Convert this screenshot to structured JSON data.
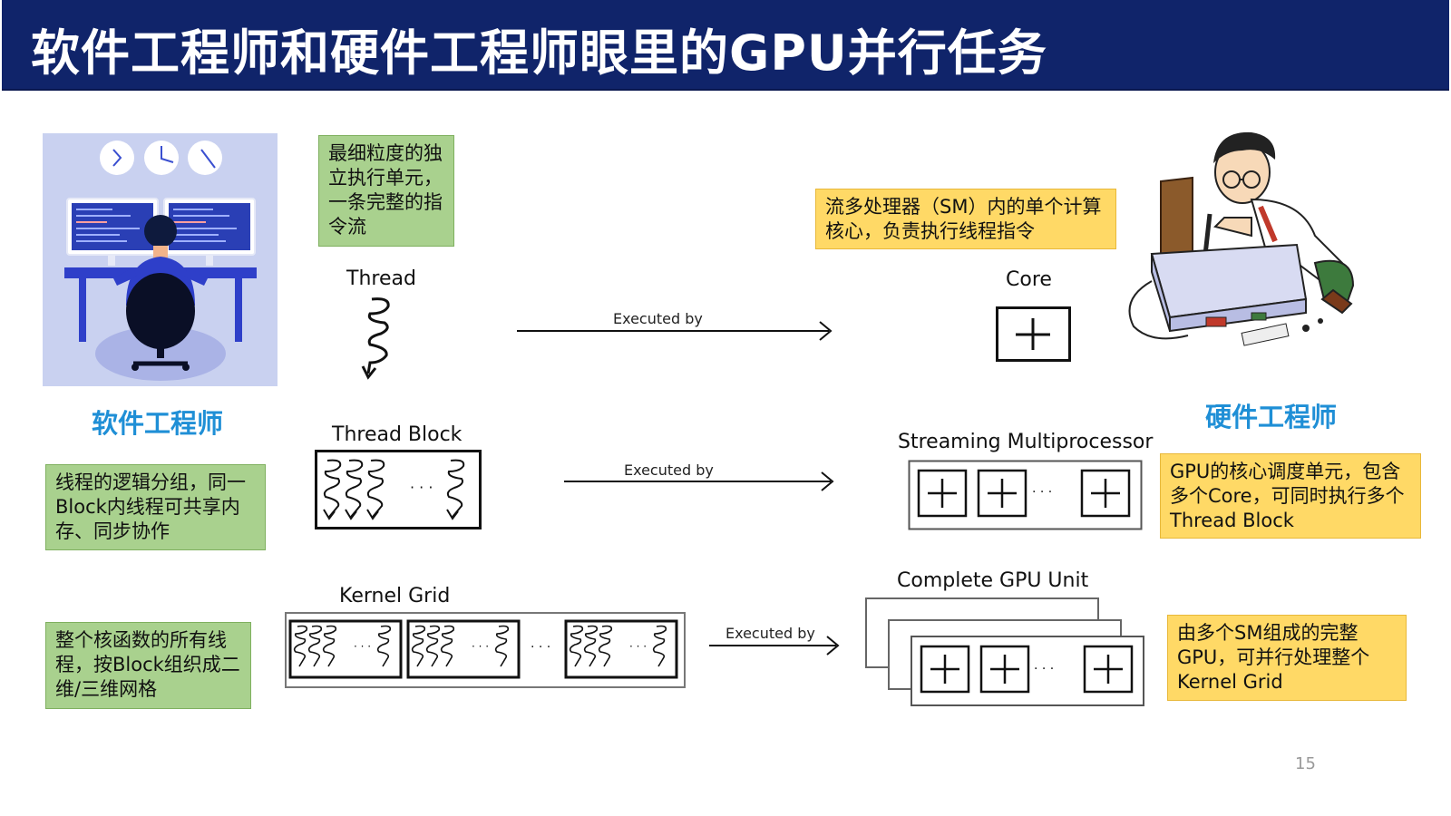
{
  "slide": {
    "title": "软件工程师和硬件工程师眼里的GPU并行任务",
    "page_number": "15"
  },
  "roles": {
    "software": "软件工程师",
    "hardware": "硬件工程师"
  },
  "notes": {
    "thread": "最细粒度的独立执行单元，一条完整的指令流",
    "block": "线程的逻辑分组，同一Block内线程可共享内存、同步协作",
    "grid": "整个核函数的所有线程，按Block组织成二维/三维网格",
    "core": "流多处理器（SM）内的单个计算核心，负责执行线程指令",
    "sm": "GPU的核心调度单元，包含多个Core，可同时执行多个Thread Block",
    "gpu": "由多个SM组成的完整GPU，可并行处理整个Kernel Grid"
  },
  "diagram": {
    "thread_label": "Thread",
    "block_label": "Thread Block",
    "grid_label": "Kernel Grid",
    "core_label": "Core",
    "sm_label": "Streaming Multiprocessor",
    "gpu_label": "Complete GPU Unit",
    "executed_by": "Executed by",
    "dots": "· · ·"
  },
  "colors": {
    "title_bar": "#10246a",
    "note_green": "#a9d18e",
    "note_yellow": "#ffd966",
    "role_title": "#1f8fd6"
  }
}
